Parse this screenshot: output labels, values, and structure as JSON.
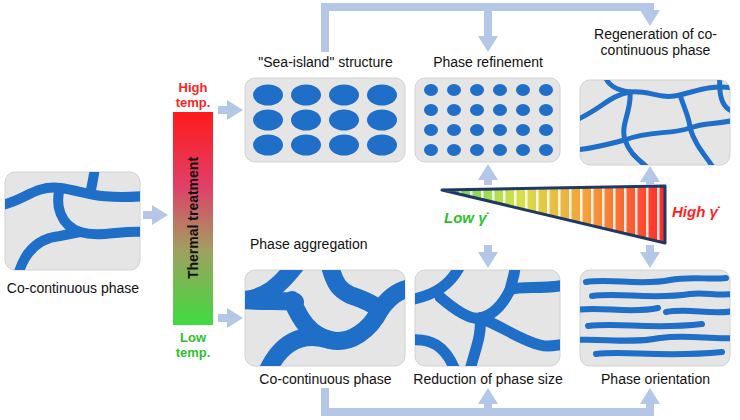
{
  "diagram": {
    "nodes": [
      {
        "text": [
          "Co-continuous phase"
        ]
      },
      {
        "text": [
          "High temp.",
          "Thermal treatment",
          "Low temp."
        ]
      },
      {
        "text": [
          "\"Sea-island\" structure"
        ]
      },
      {
        "text": [
          "Phase refinement"
        ]
      },
      {
        "text": [
          "Regeneration of co-continuous phase"
        ]
      },
      {
        "text": [
          "Co-continuous phase"
        ]
      },
      {
        "text": [
          "Reduction of phase size"
        ]
      },
      {
        "text": [
          "Phase orientation"
        ]
      },
      {
        "text": [
          "Low γ̇",
          "High γ̇"
        ]
      }
    ],
    "edges": [
      {
        "from": 0,
        "to": 1,
        "arrow": "to"
      },
      {
        "from": 1,
        "to": 2,
        "arrow": "to"
      },
      {
        "from": 1,
        "to": 5,
        "arrow": "to"
      },
      {
        "from": 2,
        "to": 3,
        "arrow": "to"
      },
      {
        "from": 2,
        "to": 4,
        "arrow": "to"
      },
      {
        "from": 5,
        "to": 6,
        "arrow": "to"
      },
      {
        "from": 5,
        "to": 7,
        "arrow": "to"
      },
      {
        "from": 8,
        "to": 3,
        "arrow": "to"
      },
      {
        "from": 8,
        "to": 6,
        "arrow": "to"
      },
      {
        "from": 8,
        "to": 4,
        "arrow": "to"
      },
      {
        "from": 8,
        "to": 7,
        "arrow": "to"
      }
    ],
    "labels": [
      "Phase aggregation"
    ]
  }
}
